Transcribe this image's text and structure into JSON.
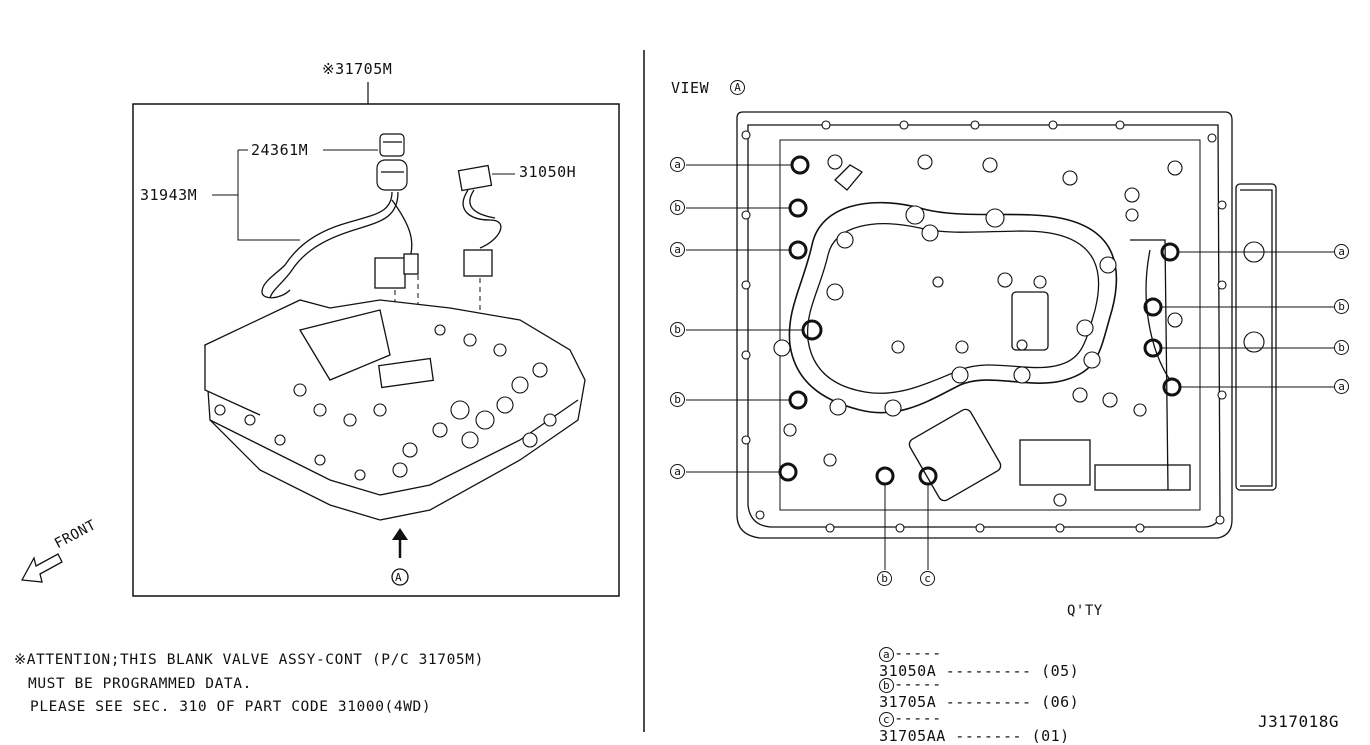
{
  "left_panel": {
    "assy_part": "※31705M",
    "parts": {
      "p24361": "24361M",
      "p31943": "31943M",
      "p31050h": "31050H"
    },
    "front_label": "FRONT",
    "view_marker": "A"
  },
  "right_panel": {
    "view_title": "VIEW",
    "view_marker": "A",
    "callouts_left": [
      "a",
      "b",
      "a",
      "b",
      "b",
      "a"
    ],
    "callouts_right": [
      "a",
      "b",
      "b",
      "a"
    ],
    "callouts_bottom": [
      "b",
      "c"
    ]
  },
  "legend": {
    "qty_header": "Q'TY",
    "rows": [
      {
        "mark": "a",
        "part": "31050A",
        "qty": "(05)"
      },
      {
        "mark": "b",
        "part": "31705A",
        "qty": "(06)"
      },
      {
        "mark": "c",
        "part": "31705AA",
        "qty": "(01)"
      }
    ]
  },
  "attention": {
    "line1": "※ATTENTION;THIS BLANK VALVE ASSY-CONT (P/C 31705M)",
    "line2": "MUST BE PROGRAMMED DATA.",
    "line3": "PLEASE SEE SEC. 310 OF PART CODE 31000(4WD)"
  },
  "diagram_code": "J317018G"
}
